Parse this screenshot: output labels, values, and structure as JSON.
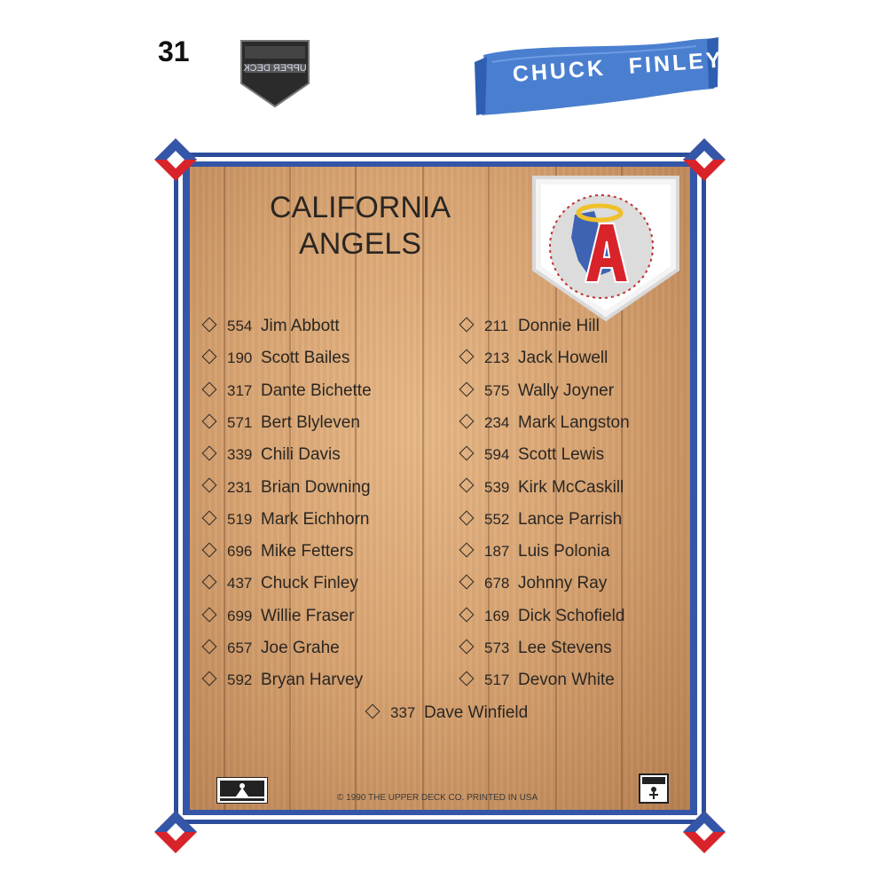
{
  "card": {
    "number": "31",
    "player_name": "CHUCK FINLEY",
    "team_line1": "CALIFORNIA",
    "team_line2": "ANGELS",
    "hologram_text": "UPPER DECK",
    "copyright": "© 1990 THE UPPER DECK CO. PRINTED IN USA"
  },
  "roster_left": [
    {
      "num": "554",
      "name": "Jim Abbott"
    },
    {
      "num": "190",
      "name": "Scott Bailes"
    },
    {
      "num": "317",
      "name": "Dante Bichette"
    },
    {
      "num": "571",
      "name": "Bert Blyleven"
    },
    {
      "num": "339",
      "name": "Chili Davis"
    },
    {
      "num": "231",
      "name": "Brian Downing"
    },
    {
      "num": "519",
      "name": "Mark Eichhorn"
    },
    {
      "num": "696",
      "name": "Mike Fetters"
    },
    {
      "num": "437",
      "name": "Chuck Finley"
    },
    {
      "num": "699",
      "name": "Willie Fraser"
    },
    {
      "num": "657",
      "name": "Joe Grahe"
    },
    {
      "num": "592",
      "name": "Bryan Harvey"
    }
  ],
  "roster_right": [
    {
      "num": "211",
      "name": "Donnie Hill"
    },
    {
      "num": "213",
      "name": "Jack Howell"
    },
    {
      "num": "575",
      "name": "Wally Joyner"
    },
    {
      "num": "234",
      "name": "Mark Langston"
    },
    {
      "num": "594",
      "name": "Scott Lewis"
    },
    {
      "num": "539",
      "name": "Kirk McCaskill"
    },
    {
      "num": "552",
      "name": "Lance Parrish"
    },
    {
      "num": "187",
      "name": "Luis Polonia"
    },
    {
      "num": "678",
      "name": "Johnny Ray"
    },
    {
      "num": "169",
      "name": "Dick Schofield"
    },
    {
      "num": "573",
      "name": "Lee Stevens"
    },
    {
      "num": "517",
      "name": "Devon White"
    }
  ],
  "roster_bottom": {
    "num": "337",
    "name": "Dave Winfield"
  },
  "colors": {
    "frame_blue": "#3456a8",
    "banner_blue": "#4a7fd0",
    "corner_red": "#d8232a",
    "wood": "#d8a472",
    "text": "#2a2622"
  }
}
